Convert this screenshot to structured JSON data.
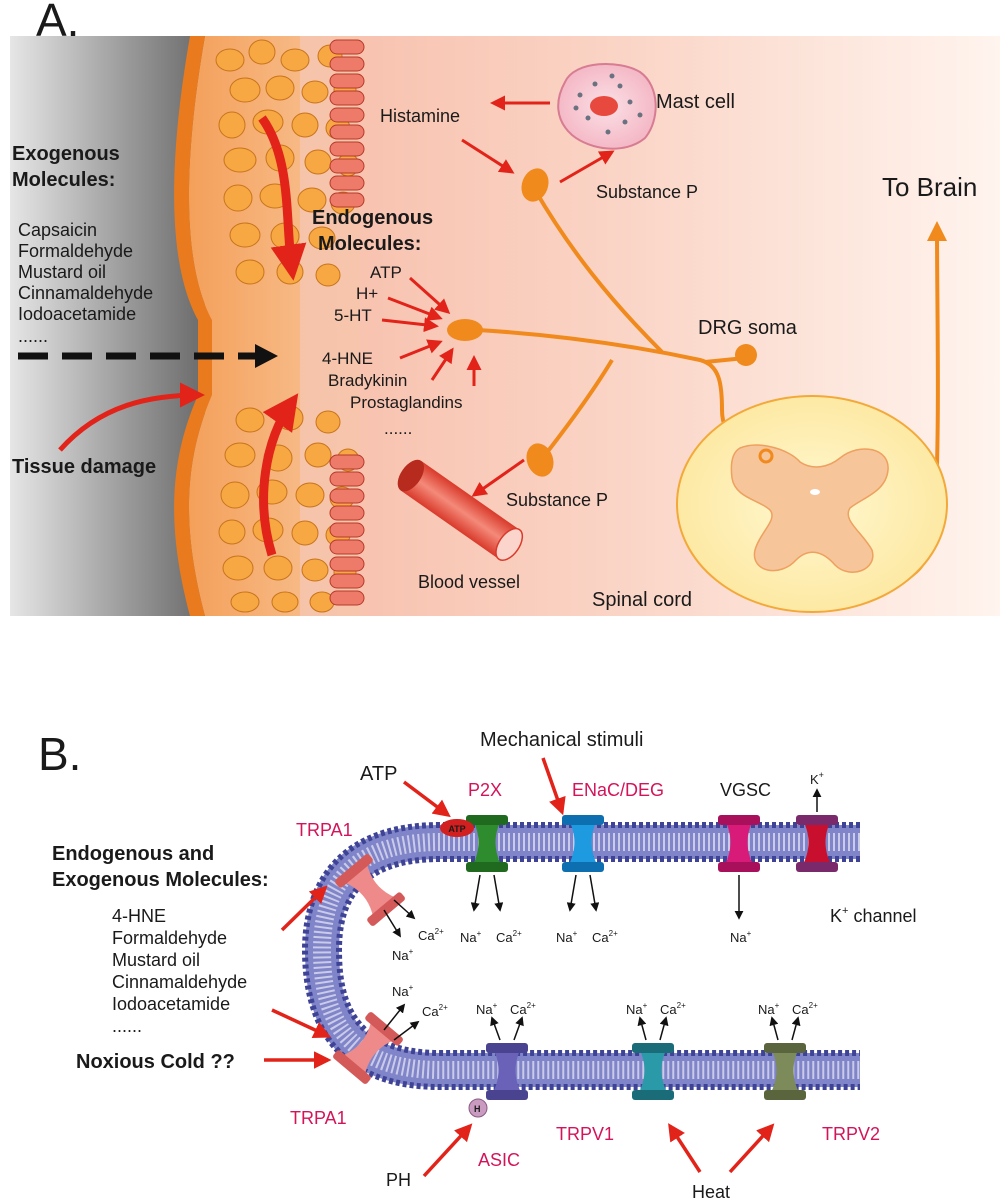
{
  "panel_a": {
    "label": "A.",
    "exogenous": {
      "title_line1": "Exogenous",
      "title_line2": "Molecules:",
      "items": [
        "Capsaicin",
        "Formaldehyde",
        "Mustard oil",
        "Cinnamaldehyde",
        "Iodoacetamide",
        "......"
      ]
    },
    "tissue_damage": "Tissue damage",
    "endogenous": {
      "title_line1": "Endogenous",
      "title_line2": "Molecules:",
      "items": [
        "ATP",
        "H+",
        "5-HT",
        "4-HNE",
        "Bradykinin",
        "Prostaglandins",
        "......"
      ]
    },
    "histamine": "Histamine",
    "mast_cell": "Mast cell",
    "substance_p_top": "Substance P",
    "substance_p_bottom": "Substance P",
    "to_brain": "To Brain",
    "drg_soma": "DRG soma",
    "blood_vessel": "Blood vessel",
    "spinal_cord": "Spinal cord"
  },
  "panel_b": {
    "label": "B.",
    "mechanical": "Mechanical stimuli",
    "atp": "ATP",
    "atp_tag": "ATP",
    "p2x": "P2X",
    "enac": "ENaC/DEG",
    "vgsc": "VGSC",
    "trpa1_top": "TRPA1",
    "trpa1_bottom": "TRPA1",
    "k_top": "K",
    "k_channel": "K",
    "k_channel_suffix": " channel",
    "plus": "+",
    "endo_exo_line1": "Endogenous and",
    "endo_exo_line2": "Exogenous Molecules:",
    "endo_items": [
      "4-HNE",
      "Formaldehyde",
      "Mustard oil",
      "Cinnamaldehyde",
      "Iodoacetamide",
      "......"
    ],
    "noxious_cold": "Noxious Cold ??",
    "asic": "ASIC",
    "trpv1": "TRPV1",
    "trpv2": "TRPV2",
    "ph": "PH",
    "h_tag": "H",
    "heat": "Heat",
    "na": "Na",
    "ca": "Ca",
    "ca_charge": "2+"
  },
  "colors": {
    "accent_red": "#e2231a",
    "channel_label": "#d4145a",
    "neuron": "#f08a1c",
    "p2x": "#2e8b2e",
    "enac": "#1e9be0",
    "vgsc": "#d81b78",
    "k_channel": "#c8102e",
    "asic": "#6a62b8",
    "trpv1": "#2a9aa8",
    "trpv2": "#7d8a5a",
    "trpa1": "#ef8a8a"
  }
}
